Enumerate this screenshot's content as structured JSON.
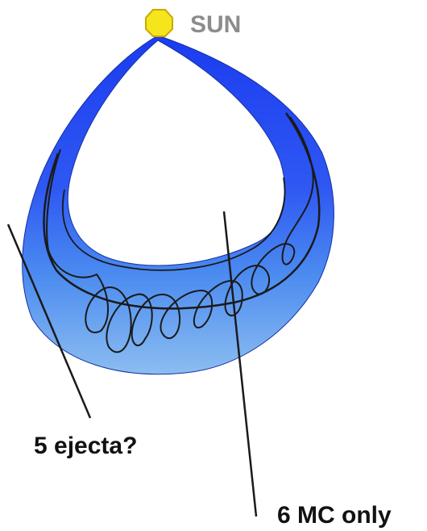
{
  "labels": {
    "sun": "SUN",
    "ejecta": "5 ejecta?",
    "mc_only": "6 MC only"
  },
  "colors": {
    "sun_fill": "#f5e51c",
    "sun_stroke": "#c9a800",
    "sun_label": "#8c8c8c",
    "shell_outer": "#1b3cf0",
    "shell_mid": "#3f7ef0",
    "shell_inner": "#86b6ee",
    "line": "#1a1a1a",
    "text": "#111111"
  }
}
